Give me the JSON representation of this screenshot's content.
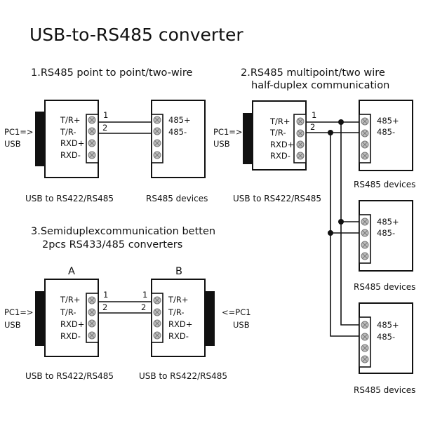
{
  "title": "USB-to-RS485 converter",
  "sections": [
    {
      "heading": [
        "1.RS485 point to point/two-wire"
      ],
      "converter": {
        "pins": [
          "T/R+",
          "T/R-",
          "RXD+",
          "RXD-"
        ],
        "host": [
          "PC1=>",
          "USB"
        ],
        "caption": "USB to RS422/RS485"
      },
      "device": {
        "pins": [
          "485+",
          "485-"
        ],
        "caption": "RS485 devices"
      },
      "wires": [
        "1",
        "2"
      ]
    },
    {
      "heading": [
        "2.RS485 multipoint/two wire",
        "half-duplex communication"
      ],
      "converter": {
        "pins": [
          "T/R+",
          "T/R-",
          "RXD+",
          "RXD-"
        ],
        "host": [
          "PC1=>",
          "USB"
        ],
        "caption": "USB to RS422/RS485"
      },
      "devices": [
        {
          "pins": [
            "485+",
            "485-"
          ],
          "caption": "RS485 devices"
        },
        {
          "pins": [
            "485+",
            "485-"
          ],
          "caption": "RS485 devices"
        },
        {
          "pins": [
            "485+",
            "485-"
          ],
          "caption": "RS485 devices"
        }
      ],
      "wires": [
        "1",
        "2"
      ]
    },
    {
      "heading": [
        "3.Semiduplexcommunication betten",
        "2pcs RS433/485 converters"
      ],
      "unit_a": {
        "label": "A",
        "pins": [
          "T/R+",
          "T/R-",
          "RXD+",
          "RXD-"
        ],
        "host": [
          "PC1=>",
          "USB"
        ],
        "caption": "USB to RS422/RS485"
      },
      "unit_b": {
        "label": "B",
        "pins": [
          "T/R+",
          "T/R-",
          "RXD+",
          "RXD-"
        ],
        "host": [
          "<=PC1",
          "USB"
        ],
        "caption": "USB to RS422/RS485"
      },
      "wires_a": [
        "1",
        "2"
      ],
      "wires_b": [
        "1",
        "2"
      ]
    }
  ]
}
